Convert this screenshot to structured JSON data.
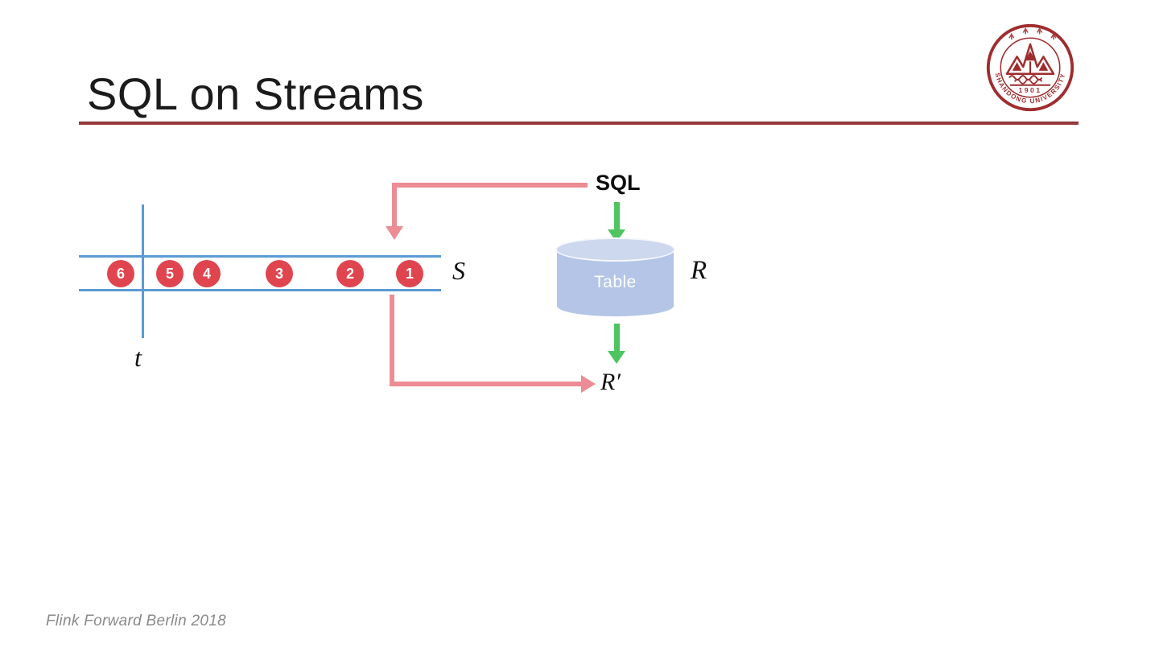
{
  "slide": {
    "title": "SQL on Streams",
    "footer": "Flink Forward Berlin 2018"
  },
  "logo": {
    "ring_text": "SHANDONG UNIVERSITY",
    "year": "1901"
  },
  "diagram": {
    "sql_label": "SQL",
    "stream_label": "S",
    "time_axis_label": "t",
    "table_label": "Table",
    "table_name_label": "R",
    "result_label": "R′",
    "stream_elements": [
      "6",
      "5",
      "4",
      "3",
      "2",
      "1"
    ]
  },
  "colors": {
    "tuple_red": "#e0454f",
    "arrow_salmon": "#ec8c94",
    "arrow_green": "#4ec561",
    "stream_blue": "#5b9bd5",
    "underline_maroon": "#9c3a3e",
    "cylinder_body": "#b4c5e7",
    "cylinder_top": "#cdd8ef",
    "seal_red": "#9f2d2f"
  }
}
